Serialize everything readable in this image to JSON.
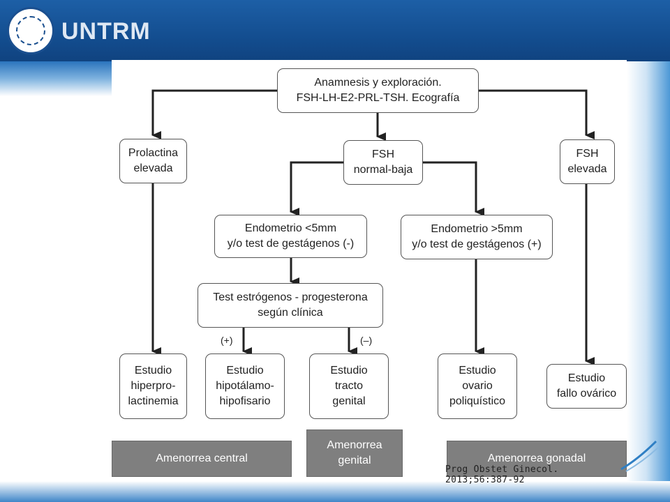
{
  "header": {
    "logo_text": "UNTRM",
    "seal_icon": "university-seal-icon"
  },
  "flowchart": {
    "nodes": {
      "root": [
        "Anamnesis y exploración.",
        "FSH-LH-E2-PRL-TSH. Ecografía"
      ],
      "prolactina": [
        "Prolactina",
        "elevada"
      ],
      "fsh_normal": [
        "FSH",
        "normal-baja"
      ],
      "fsh_elevada": [
        "FSH",
        "elevada"
      ],
      "endo_menor": [
        "Endometrio <5mm",
        "y/o test de gestágenos (-)"
      ],
      "endo_mayor": [
        "Endometrio >5mm",
        "y/o test de gestágenos (+)"
      ],
      "test_estrogenos": [
        "Test estrógenos - progesterona",
        "según clínica"
      ],
      "estudio_hiper": [
        "Estudio",
        "hiperpro-",
        "lactinemia"
      ],
      "estudio_hipot": [
        "Estudio",
        "hipotálamo-",
        "hipofisario"
      ],
      "estudio_tracto": [
        "Estudio",
        "tracto",
        "genital"
      ],
      "estudio_ovario": [
        "Estudio",
        "ovario",
        "poliquístico"
      ],
      "estudio_fallo": [
        "Estudio",
        "fallo ovárico"
      ]
    },
    "signs": {
      "positive": "(+)",
      "negative": "(–)"
    },
    "categories": {
      "central": [
        "Amenorrea central"
      ],
      "genital": [
        "Amenorrea",
        "genital"
      ],
      "gonadal": [
        "Amenorrea gonadal"
      ]
    },
    "citation": "Prog Obstet Ginecol. 2013;56:387-92"
  },
  "colors": {
    "header_blue": "#134d8f",
    "category_gray": "#7f7f7f",
    "line": "#222222"
  }
}
